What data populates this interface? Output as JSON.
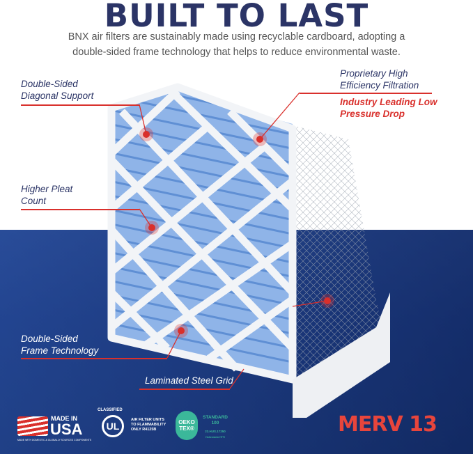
{
  "title": "BUILT TO LAST",
  "subtitle_line1": "BNX air filters are sustainably made using recyclable cardboard, adopting a",
  "subtitle_line2": "double-sided frame technology that helps to reduce environmental waste.",
  "callouts": {
    "diagonal": [
      "Double-Sided",
      "Diagonal Support"
    ],
    "filtration": [
      "Proprietary High",
      "Efficiency Filtration"
    ],
    "pressure": [
      "Industry Leading Low",
      "Pressure Drop"
    ],
    "pleat": [
      "Higher Pleat",
      "Count"
    ],
    "frame": [
      "Double-Sided",
      "Frame Technology"
    ],
    "grid": "Laminated Steel Grid"
  },
  "badges": {
    "usa": {
      "line1": "MADE IN",
      "line2": "USA",
      "small": "MADE WITH DOMESTIC & GLOBALLY SOURCED COMPONENTS"
    },
    "ul": {
      "ring": "CLASSIFIED",
      "mark": "UL",
      "text": [
        "AIR FILTER UNITS",
        "TO FLAMMABILITY",
        "ONLY R4125B"
      ]
    },
    "oeko": {
      "mark": [
        "OEKO",
        "TEX®"
      ],
      "standard": "STANDARD",
      "number": "100",
      "code": "23.HUS.17250",
      "inst": "Hohenstein HTTI"
    },
    "merv": "MERV 13"
  },
  "colors": {
    "navy": "#2b3466",
    "red": "#d9302c",
    "merv": "#e8453c",
    "filter_blue": "#8fb4e8",
    "oeko": "#3bb89a"
  }
}
